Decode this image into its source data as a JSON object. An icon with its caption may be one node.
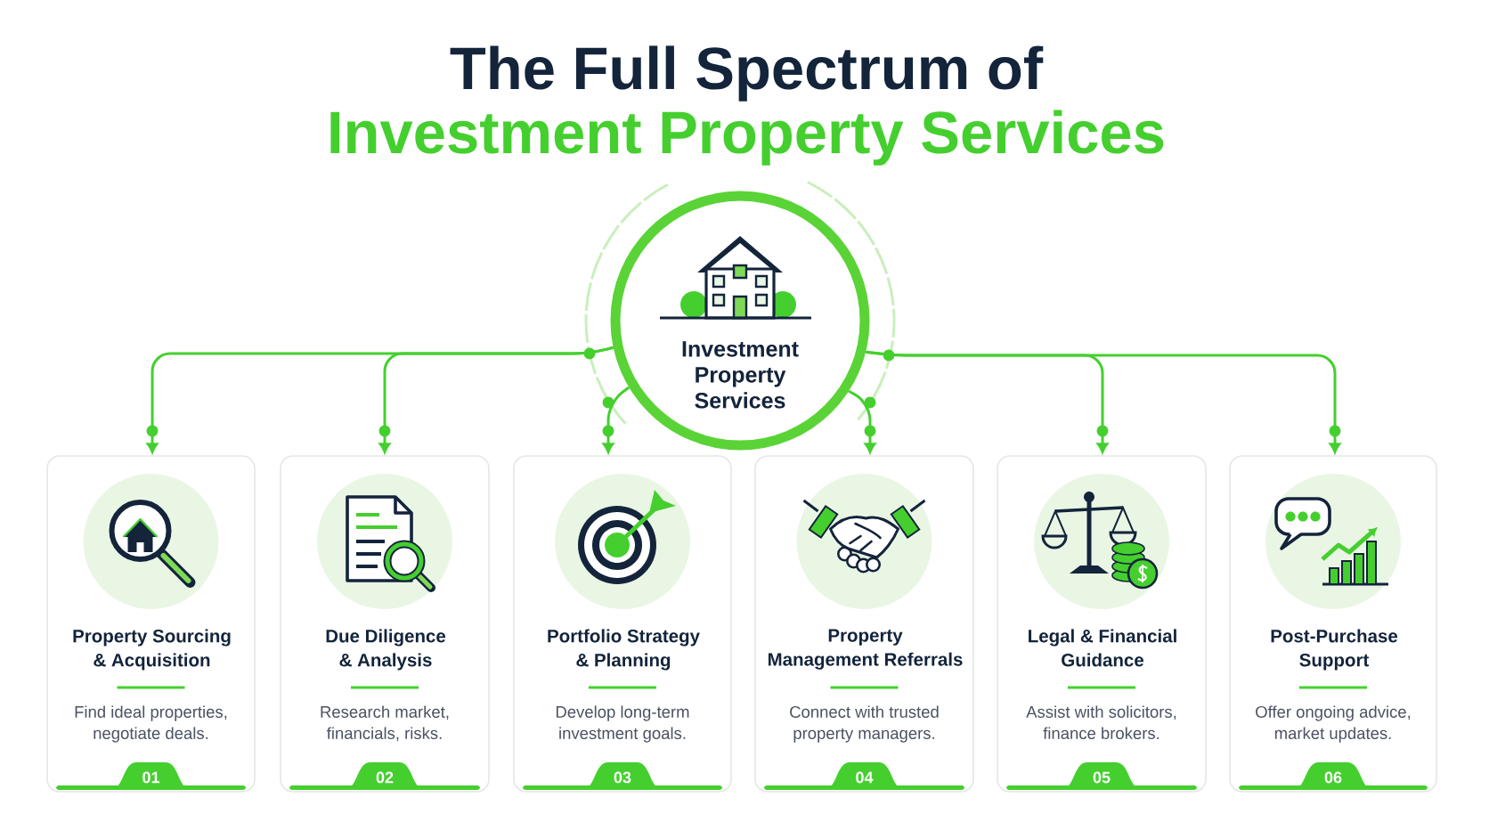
{
  "diagram": {
    "title": "The Full Spectrum of Investment Property Services",
    "nodes": [
      {
        "text": [
          "Investment Property Services"
        ]
      },
      {
        "text": [
          "Property Sourcing & Acquisition",
          "Find ideal properties, negotiate deals.",
          "01"
        ]
      },
      {
        "text": [
          "Due Diligence & Analysis",
          "Research market, financials, risks.",
          "02"
        ]
      },
      {
        "text": [
          "Portfolio Strategy & Planning",
          "Develop long-term investment goals.",
          "03"
        ]
      },
      {
        "text": [
          "Property Management Referrals",
          "Connect with trusted property managers.",
          "04"
        ]
      },
      {
        "text": [
          "Legal & Financial Guidance",
          "Assist with solicitors, finance brokers.",
          "05"
        ]
      },
      {
        "text": [
          "Post-Purchase Support",
          "Offer ongoing advice, market updates.",
          "06"
        ]
      }
    ],
    "edges": [
      {
        "from": 0,
        "to": 1,
        "arrow": "to"
      },
      {
        "from": 0,
        "to": 2,
        "arrow": "to"
      },
      {
        "from": 0,
        "to": 3,
        "arrow": "to"
      },
      {
        "from": 0,
        "to": 4,
        "arrow": "to"
      },
      {
        "from": 0,
        "to": 5,
        "arrow": "to"
      },
      {
        "from": 0,
        "to": 6,
        "arrow": "to"
      }
    ]
  }
}
